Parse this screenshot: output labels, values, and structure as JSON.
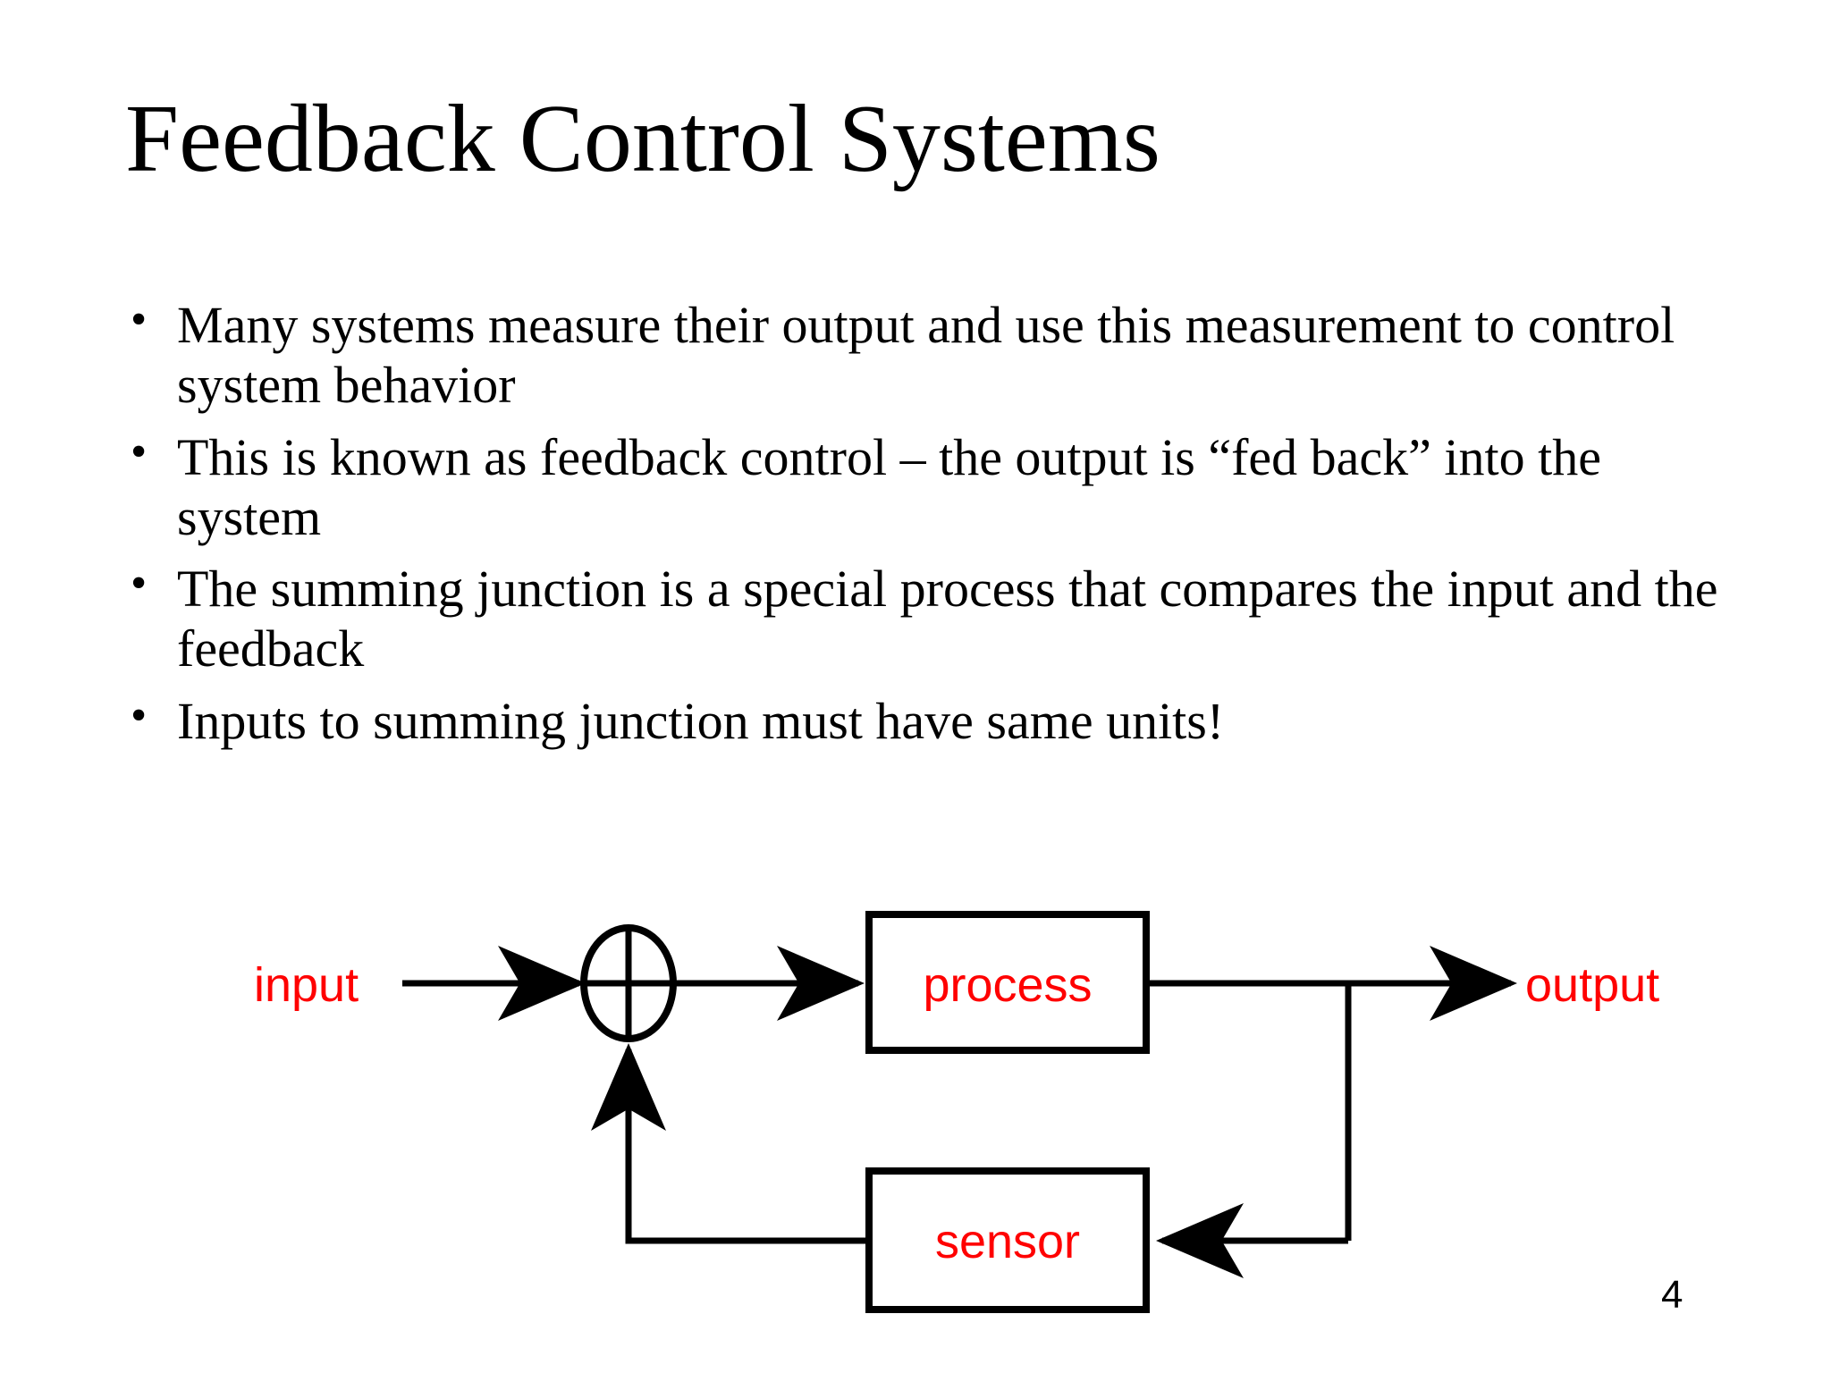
{
  "slide": {
    "title": "Feedback Control Systems",
    "page_number": "4",
    "bullet_marker": "•",
    "bullets": [
      "Many systems measure their output and use this measurement to control system behavior",
      "This is known as feedback control – the output is “fed back” into the system",
      "The summing junction is a special process that compares the input and the feedback",
      "Inputs to summing junction must have same units!"
    ]
  },
  "diagram": {
    "name": "feedback-control-block-diagram",
    "labels": {
      "input": "input",
      "process": "process",
      "output": "output",
      "sensor": "sensor",
      "summing_junction": "summing-junction"
    },
    "colors": {
      "label_red": "#ff0000",
      "line_black": "#000000",
      "background": "#ffffff"
    }
  }
}
